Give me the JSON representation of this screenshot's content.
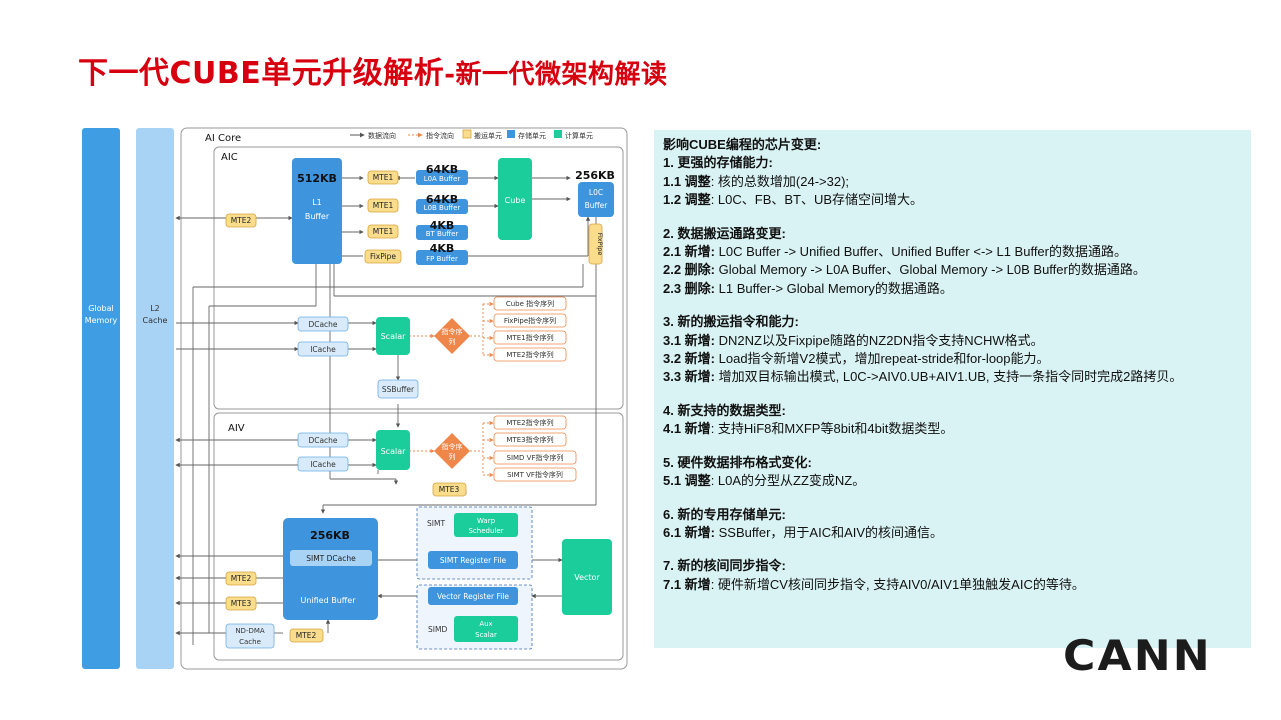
{
  "title": {
    "main": "下一代CUBE单元升级解析",
    "sub": "-新一代微架构解读"
  },
  "diagram": {
    "legend": [
      "数据流向",
      "指令流向",
      "搬运单元",
      "存储单元",
      "计算单元"
    ],
    "global_memory": [
      "Global",
      "Memory"
    ],
    "l2_cache": [
      "L2",
      "Cache"
    ],
    "ai_core": "AI Core",
    "aic": "AIC",
    "aiv": "AIV",
    "l1_buffer": {
      "size": "512KB",
      "label": [
        "L1",
        "Buffer"
      ]
    },
    "mte": {
      "mte2": "MTE2",
      "mte1": "MTE1",
      "fixpipe": "FixPipe",
      "mte3": "MTE3"
    },
    "l0a": {
      "size": "64KB",
      "label": "L0A Buffer"
    },
    "l0b": {
      "size": "64KB",
      "label": "L0B Buffer"
    },
    "bt": {
      "size": "4KB",
      "label": "BT Buffer"
    },
    "fp": {
      "size": "4KB",
      "label": "FP Buffer"
    },
    "cube": "Cube",
    "l0c": {
      "size": "256KB",
      "label": [
        "L0C",
        "Buffer"
      ]
    },
    "fixpipe_vertical": "FixPipe",
    "dcache": "DCache",
    "icache": "ICache",
    "scalar": "Scalar",
    "instr_queue": [
      "指令序",
      "列"
    ],
    "aic_queues": [
      "Cube 指令序列",
      "FixPipe指令序列",
      "MTE1指令序列",
      "MTE2指令序列"
    ],
    "ssbuffer": "SSBuffer",
    "aiv_queues": [
      "MTE2指令序列",
      "MTE3指令序列",
      "SIMD VF指令序列",
      "SIMT VF指令序列"
    ],
    "ub": {
      "size": "256KB",
      "simt_dcache": "SIMT DCache",
      "label": "Unified Buffer"
    },
    "simt": "SIMT",
    "warp_scheduler": [
      "Warp",
      "Scheduler"
    ],
    "simt_register_file": "SIMT Register File",
    "vector_register_file": "Vector Register File",
    "simd": "SIMD",
    "aux_scalar": [
      "Aux",
      "Scalar"
    ],
    "vector": "Vector",
    "nd_dma": [
      "ND-DMA",
      "Cache"
    ]
  },
  "panel": {
    "heading": "影响CUBE编程的芯片变更:",
    "s1": {
      "title": "1. 更强的存储能力:",
      "i1_tag": "1.1 调整",
      "i1_text": ": 核的总数增加(24->32);",
      "i2_tag": "1.2 调整",
      "i2_text": ": L0C、FB、BT、UB存储空间增大。"
    },
    "s2": {
      "title": "2. 数据搬运通路变更:",
      "i1_tag": "2.1 新增:",
      "i1_text": "  L0C Buffer -> Unified Buffer、Unified Buffer <-> L1 Buffer的数据通路。",
      "i2_tag": "2.2 删除:",
      "i2_text": "  Global Memory -> L0A Buffer、Global Memory -> L0B Buffer的数据通路。",
      "i3_tag": "2.3 删除:",
      "i3_text": "  L1 Buffer-> Global Memory的数据通路。"
    },
    "s3": {
      "title": "3. 新的搬运指令和能力:",
      "i1_tag": "3.1 新增:",
      "i1_text": "  DN2NZ以及Fixpipe随路的NZ2DN指令支持NCHW格式。",
      "i2_tag": "3.2 新增:",
      "i2_text": "  Load指令新增V2模式，增加repeat-stride和for-loop能力。",
      "i3_tag": "3.3 新增:",
      "i3_text": "  增加双目标输出模式, L0C->AIV0.UB+AIV1.UB, 支持一条指令同时完成2路拷贝。"
    },
    "s4": {
      "title": "4. 新支持的数据类型:",
      "i1_tag": "4.1 新增",
      "i1_text": ":  支持HiF8和MXFP等8bit和4bit数据类型。"
    },
    "s5": {
      "title": "5. 硬件数据排布格式变化:",
      "i1_tag": "5.1 调整",
      "i1_text": ":  L0A的分型从ZZ变成NZ。"
    },
    "s6": {
      "title": "6. 新的专用存储单元:",
      "i1_tag": "6.1 新增:",
      "i1_text": "  SSBuffer，用于AIC和AIV的核间通信。"
    },
    "s7": {
      "title": "7. 新的核间同步指令:",
      "i1_tag": "7.1 新增",
      "i1_text": ": 硬件新增CV核间同步指令, 支持AIV0/AIV1单独触发AIC的等待。"
    }
  },
  "logo": "CANN",
  "colors": {
    "title": "#d7000f",
    "memory_blue": "#3f9ee3",
    "l2_blue": "#a9d3f5",
    "store_blue": "#3f94de",
    "compute_green": "#1ccd9c",
    "mover_yellow": "#f9dc8c",
    "queue_orange": "#f0874a",
    "panel_bg": "#d9f2f3"
  }
}
